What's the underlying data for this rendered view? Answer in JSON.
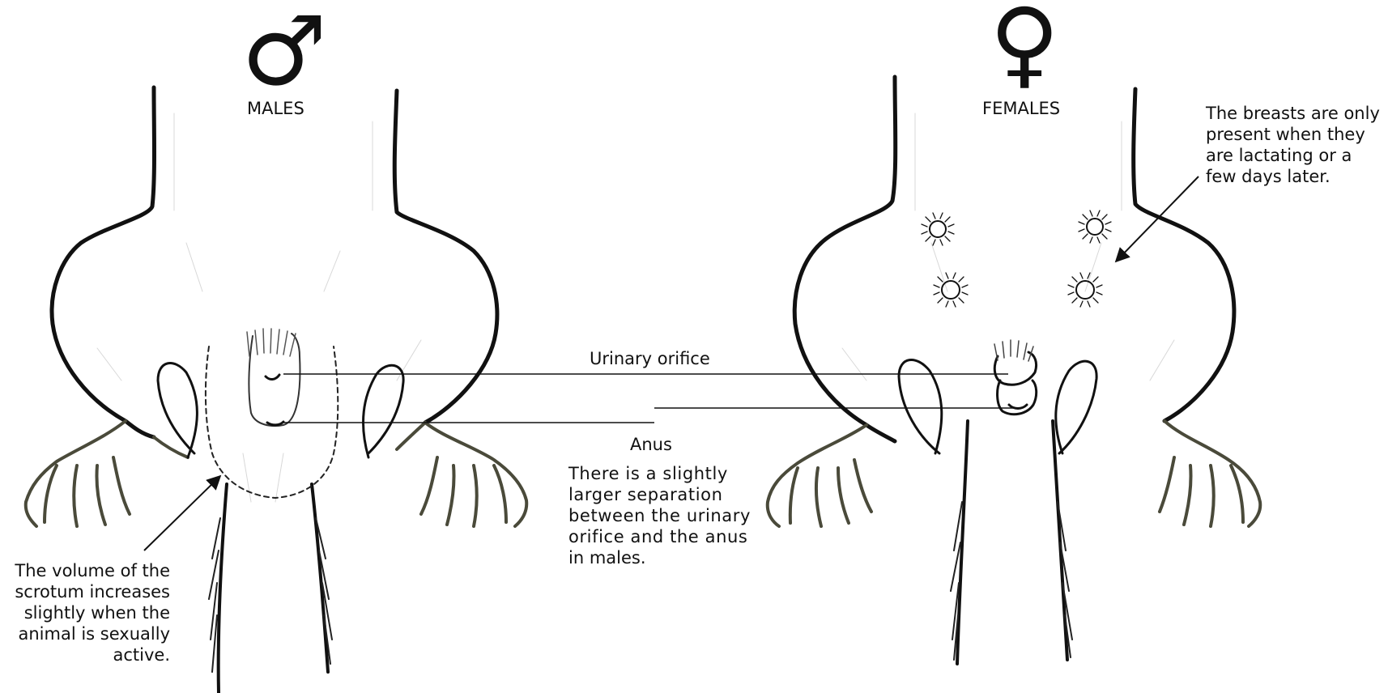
{
  "headers": {
    "male_symbol": "♂",
    "male_label": "MALES",
    "female_symbol": "♀",
    "female_label": "FEMALES"
  },
  "labels": {
    "urinary": "Urinary orifice",
    "anus": "Anus"
  },
  "notes": {
    "separation": [
      "There is a slightly",
      "larger separation",
      "between the urinary",
      "orifice and the anus",
      "in males."
    ],
    "scrotum": [
      "The volume of the",
      "scrotum increases",
      "slightly when the",
      "animal is sexually",
      "active."
    ],
    "breasts": [
      "The breasts are only",
      "present when they",
      "are lactating or a",
      "few days later."
    ]
  },
  "colors": {
    "outline": "#111111",
    "limb_outline": "#4a4a3a",
    "fur": "#cfcfcf"
  }
}
